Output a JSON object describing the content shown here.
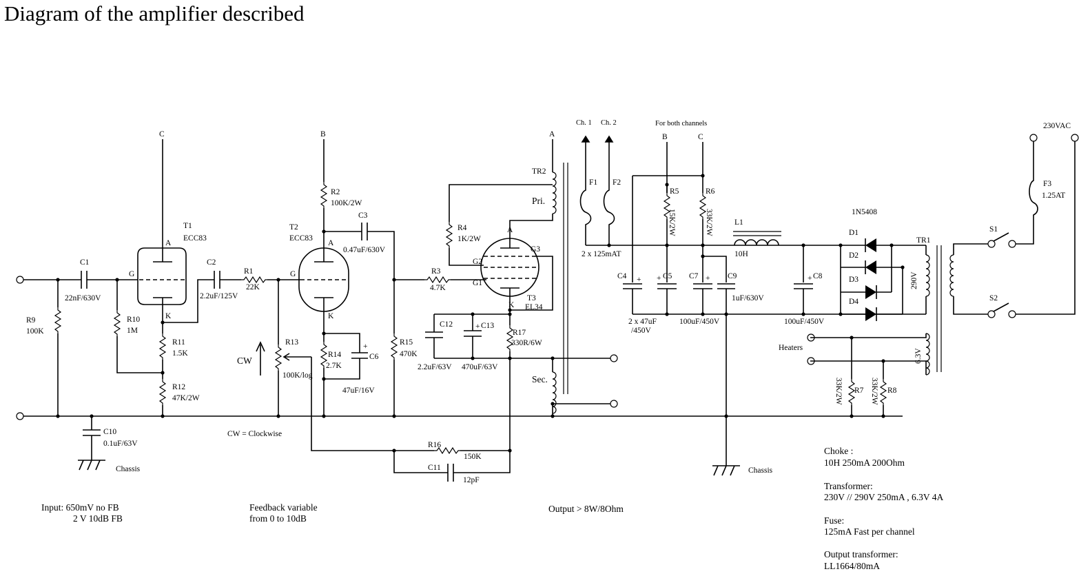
{
  "title": "Diagram of the amplifier described",
  "labels": {
    "C_top1": "C",
    "B_top1": "B",
    "A_top": "A",
    "B_top2": "B",
    "C_top2": "C",
    "t1": "T1",
    "t1_type": "ECC83",
    "t2": "T2",
    "t2_type": "ECC83",
    "t3": "T3",
    "t3_type": "EL34",
    "a1": "A",
    "g1": "G",
    "k1": "K",
    "a2": "A",
    "g2": "G",
    "k2": "K",
    "a3": "A",
    "g2p": "G2",
    "g1p": "G1",
    "g3": "G3",
    "k3": "K",
    "c1": "C1",
    "c1_val": "22nF/630V",
    "c2": "C2",
    "c2_val": "2.2uF/125V",
    "r1": "R1",
    "r1_val": "22K",
    "r2": "R2",
    "r2_val": "100K/2W",
    "c3": "C3",
    "c3_val": "0.47uF/630V",
    "r3": "R3",
    "r3_val": "4.7K",
    "r4": "R4",
    "r4_val": "1K/2W",
    "r9": "R9",
    "r9_val": "100K",
    "r10": "R10",
    "r10_val": "1M",
    "r11": "R11",
    "r11_val": "1.5K",
    "r12": "R12",
    "r12_val": "47K/2W",
    "r13": "R13",
    "r13_val": "100K/log",
    "cw": "CW",
    "r14": "R14",
    "r14_val": "2.7K",
    "c6": "C6",
    "c6_val": "47uF/16V",
    "r15": "R15",
    "r15_val": "470K",
    "c12": "C12",
    "c12_val": "2.2uF/63V",
    "c13": "C13",
    "c13_val": "470uF/63V",
    "r17": "R17",
    "r17_val": "330R/6W",
    "c10": "C10",
    "c10_val": "0.1uF/63V",
    "chassis1": "Chassis",
    "cw_note": "CW = Clockwise",
    "r16": "R16",
    "r16_val": "150K",
    "c11": "C11",
    "c11_val": "12pF",
    "tr2": "TR2",
    "pri": "Pri.",
    "sec": "Sec.",
    "ch1": "Ch. 1",
    "ch2": "Ch. 2",
    "f1": "F1",
    "f2": "F2",
    "fuse_val": "2 x 125mAT",
    "both": "For both channels",
    "r5": "R5",
    "r5_val": "15K/2W",
    "r6": "R6",
    "r6_val": "33K/2W",
    "c4": "C4",
    "c5": "C5",
    "c45_val_1": "2 x 47uF",
    "c45_val_2": "/450V",
    "c7": "C7",
    "c9": "C9",
    "c7_val": "100uF/450V",
    "c9_val": "1uF/630V",
    "l1": "L1",
    "l1_val": "10H",
    "c8": "C8",
    "c8_val": "100uF/450V",
    "diode_type": "1N5408",
    "d1": "D1",
    "d2": "D2",
    "d3": "D3",
    "d4": "D4",
    "tr1": "TR1",
    "sec_v": "290V",
    "heat_v": "6.3V",
    "heaters": "Heaters",
    "r7": "R7",
    "r7_val": "33K/2W",
    "r8": "R8",
    "r8_val": "33K/2W",
    "chassis2": "Chassis",
    "mains": "230VAC",
    "f3": "F3",
    "f3_val": "1.25AT",
    "s1": "S1",
    "s2": "S2"
  },
  "notes": {
    "input_1": "Input:  650mV no FB",
    "input_2": "2 V 10dB FB",
    "feedback_1": "Feedback variable",
    "feedback_2": "from 0 to 10dB",
    "output": "Output > 8W/8Ohm",
    "choke_h": "Choke :",
    "choke_v": "10H  250mA  200Ohm",
    "trans_h": "Transformer:",
    "trans_v": "230V //  290V 250mA , 6.3V 4A",
    "fuse_h": "Fuse:",
    "fuse_v": "125mA Fast per channel",
    "out_h": "Output transformer:",
    "out_v": "LL1664/80mA"
  }
}
